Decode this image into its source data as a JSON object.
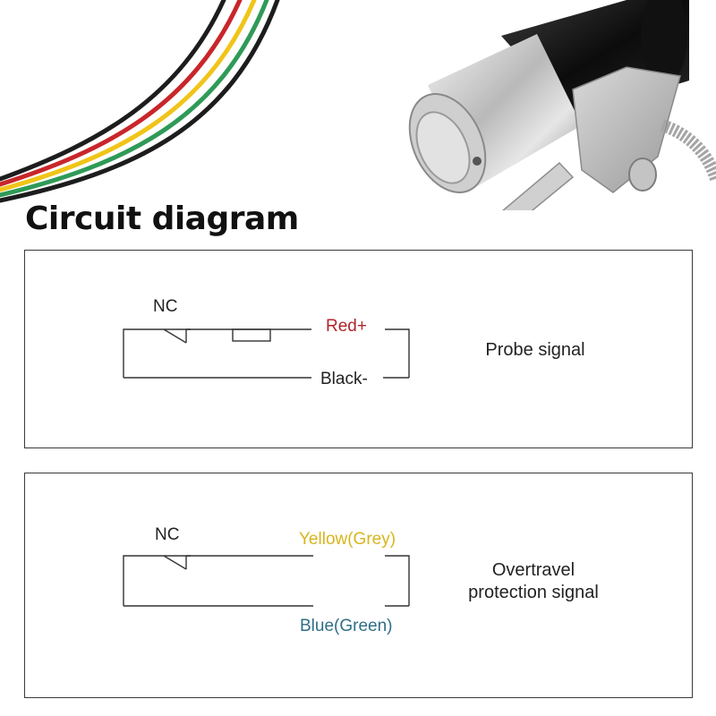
{
  "title": "Circuit diagram",
  "colors": {
    "red": "#b0252a",
    "yellow": "#d9b51d",
    "blue": "#2f6f86",
    "line": "#333333"
  },
  "panels": [
    {
      "contact_label": "NC",
      "top_wire_label": "Red+",
      "bottom_wire_label": "Black-",
      "description_lines": [
        "Probe signal"
      ]
    },
    {
      "contact_label": "NC",
      "top_wire_label": "Yellow(Grey)",
      "bottom_wire_label": "Blue(Green)",
      "description_lines": [
        "Overtravel",
        "protection signal"
      ]
    }
  ]
}
